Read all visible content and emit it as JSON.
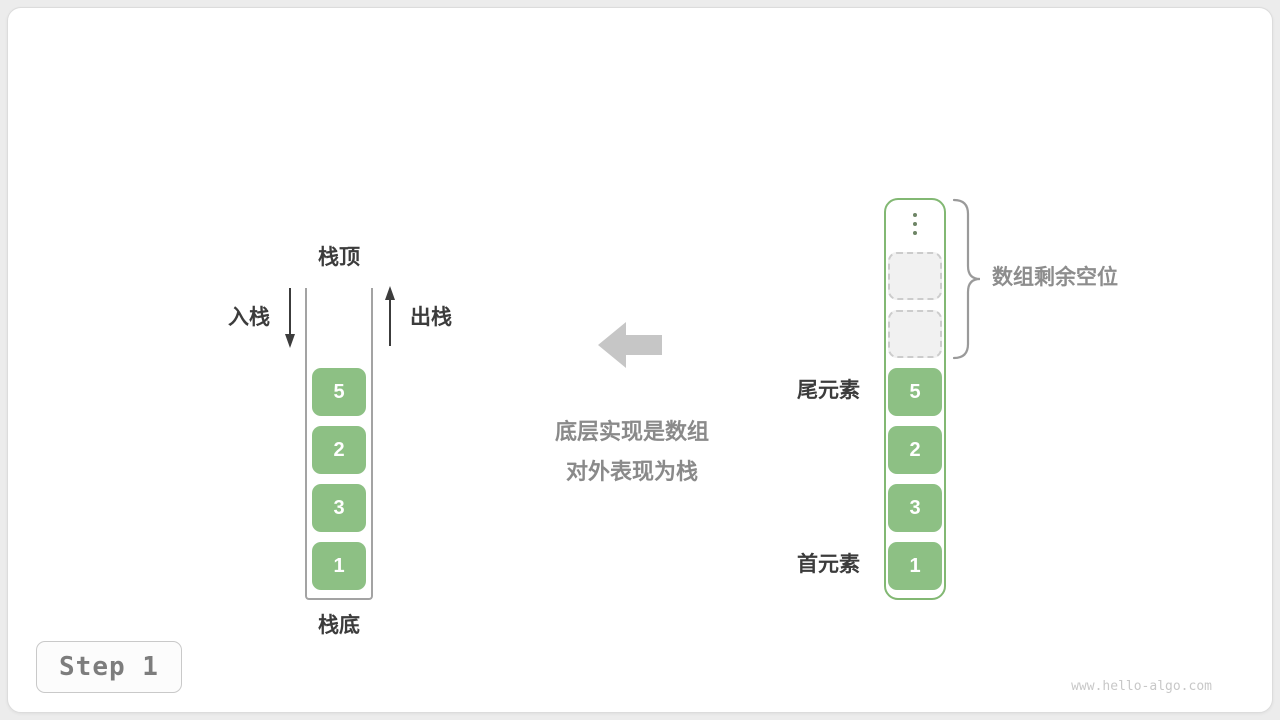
{
  "figure": {
    "step_label": "Step 1",
    "watermark": "www.hello-algo.com"
  },
  "stack": {
    "top_label": "栈顶",
    "bottom_label": "栈底",
    "push_label": "入栈",
    "pop_label": "出栈",
    "values": [
      "5",
      "2",
      "3",
      "1"
    ]
  },
  "center": {
    "caption_line1": "底层实现是数组",
    "caption_line2": "对外表现为栈"
  },
  "array": {
    "empty_slot_count": 2,
    "values": [
      "5",
      "2",
      "3",
      "1"
    ],
    "remaining_label": "数组剩余空位",
    "tail_label": "尾元素",
    "head_label": "首元素"
  },
  "colors": {
    "cell_green": "#8dc084",
    "container_border_green": "#82b873",
    "block_arrow_gray": "#c6c6c6",
    "thin_arrow_dark": "#3c3c3c",
    "text_dark": "#3c3c3c",
    "text_gray": "#8d8d8d"
  },
  "icons": {
    "push_arrow": "arrow-down",
    "pop_arrow": "arrow-up",
    "transform_arrow": "block-arrow-left",
    "more_items": "vertical-ellipsis",
    "grouping": "curly-brace-right"
  }
}
